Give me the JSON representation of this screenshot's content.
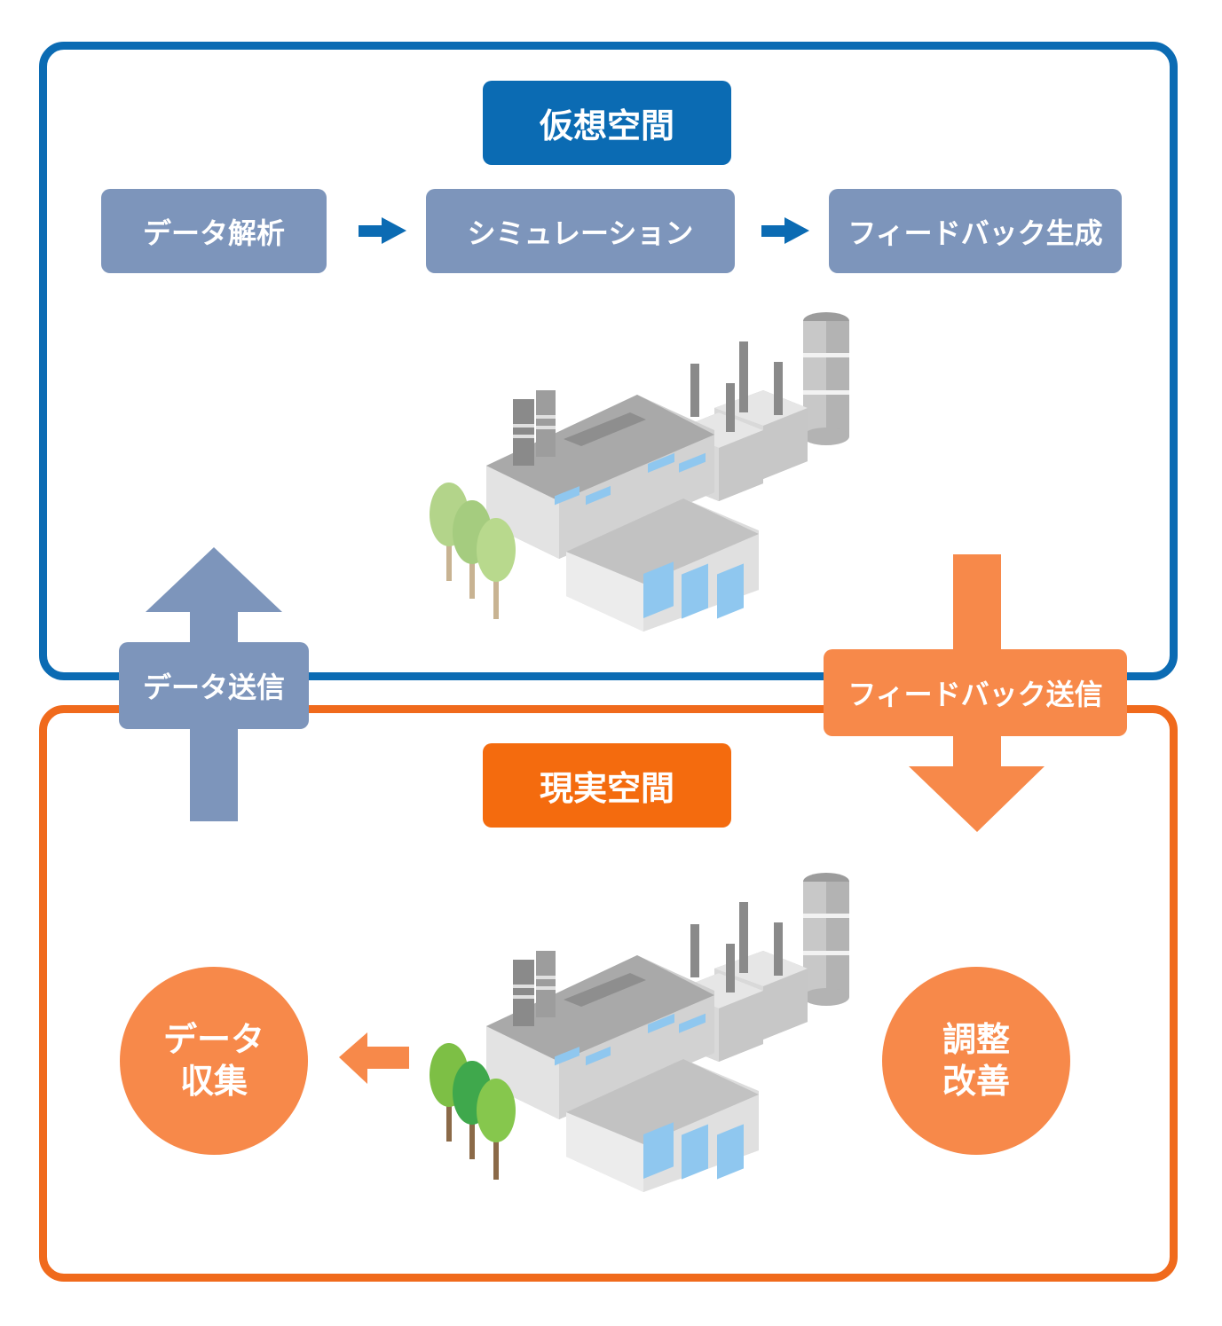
{
  "virtual_space": {
    "title": "仮想空間",
    "steps": [
      "データ解析",
      "シミュレーション",
      "フィードバック生成"
    ],
    "color": "#0b6bb3"
  },
  "real_space": {
    "title": "現実空間",
    "color": "#f06a1c"
  },
  "transfers": {
    "send_data": "データ送信",
    "send_feedback": "フィードバック送信"
  },
  "circles": {
    "collect": {
      "line1": "データ",
      "line2": "収集"
    },
    "improve": {
      "line1": "調整",
      "line2": "改善"
    }
  },
  "colors": {
    "step_box": "#7d95bb",
    "orange_light": "#f7894a",
    "orange_dark": "#f46b0e"
  },
  "icons": [
    "factory-icon",
    "tree-icon",
    "arrow-right-icon",
    "arrow-left-icon",
    "arrow-up-icon",
    "arrow-down-icon"
  ]
}
